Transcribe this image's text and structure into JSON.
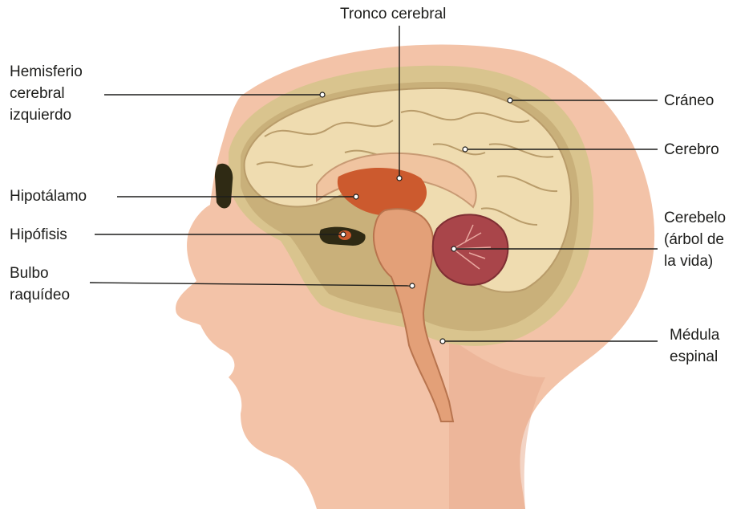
{
  "labels": {
    "tronco_cerebral": "Tronco cerebral",
    "hemisferio": "Hemisferio\ncerebral\nizquierdo",
    "craneo": "Cráneo",
    "cerebro": "Cerebro",
    "hipotalamo": "Hipotálamo",
    "hipofisis": "Hipófisis",
    "cerebelo": "Cerebelo\n(árbol de\nla vida)",
    "bulbo": "Bulbo\nraquídeo",
    "medula": "Médula\nespinal"
  },
  "colors": {
    "skin": "#f3c3a8",
    "skin_dark": "#e8a98c",
    "skull": "#d9c48e",
    "cortex": "#efdcb0",
    "cortex_fold": "#b99c6a",
    "brainstem": "#e3a078",
    "thalamus": "#cc5a2e",
    "cerebellum": "#a9454a",
    "cavity": "#2f2a14",
    "leader": "#1d1d1b"
  }
}
